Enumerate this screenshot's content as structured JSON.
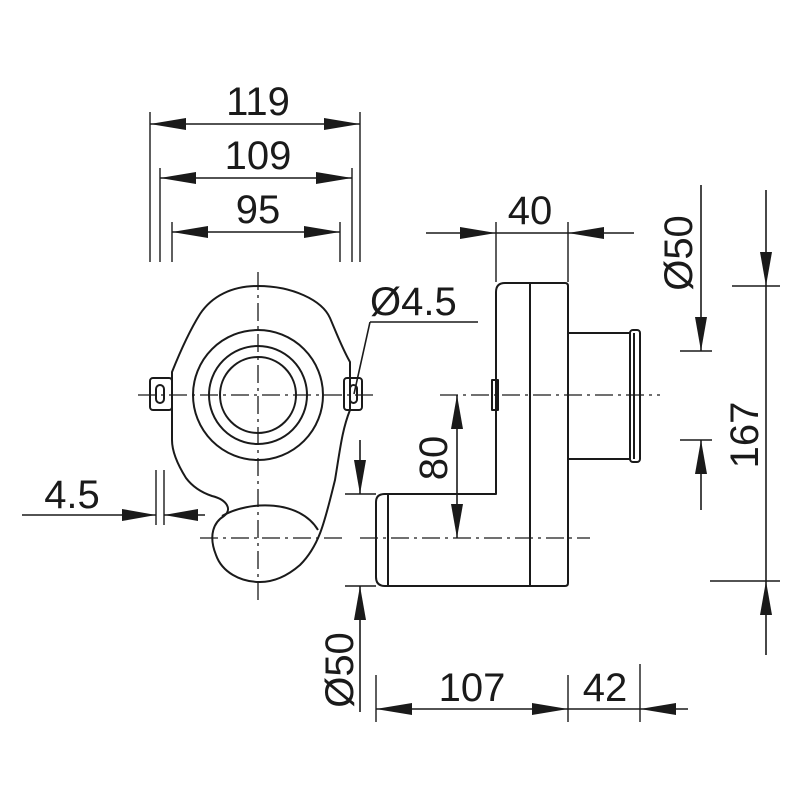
{
  "dimensions": {
    "top_width_outer": "119",
    "top_width_mid": "109",
    "top_width_inner": "95",
    "hole_diameter": "Ø4.5",
    "flange_thickness": "4.5",
    "side_depth": "40",
    "outlet_diameter_top": "Ø50",
    "total_height": "167",
    "outlet_offset": "80",
    "inlet_diameter_bottom": "Ø50",
    "bottom_length": "107",
    "bottom_extension": "42"
  }
}
